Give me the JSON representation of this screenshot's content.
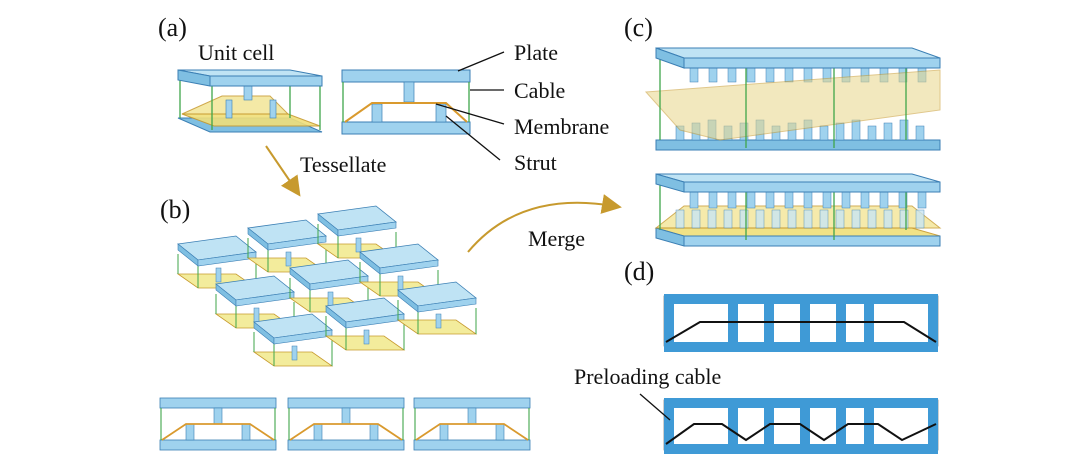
{
  "panels": {
    "a": "(a)",
    "b": "(b)",
    "c": "(c)",
    "d": "(d)"
  },
  "labels": {
    "unit_cell": "Unit cell",
    "plate": "Plate",
    "cable": "Cable",
    "membrane": "Membrane",
    "strut": "Strut",
    "tessellate": "Tessellate",
    "merge": "Merge",
    "preloading_cable": "Preloading cable"
  },
  "colors": {
    "plate_top": "#bfe3f4",
    "plate_side": "#7fbfe2",
    "plate_edge": "#3b7fb4",
    "strut": "#9fd2ee",
    "membrane": "#f0df7a",
    "membrane_edge": "#c79a2e",
    "cable": "#3fa64a",
    "arrow": "#c79a2e",
    "frame_blue": "#3f9ad6",
    "preload": "#111111"
  }
}
